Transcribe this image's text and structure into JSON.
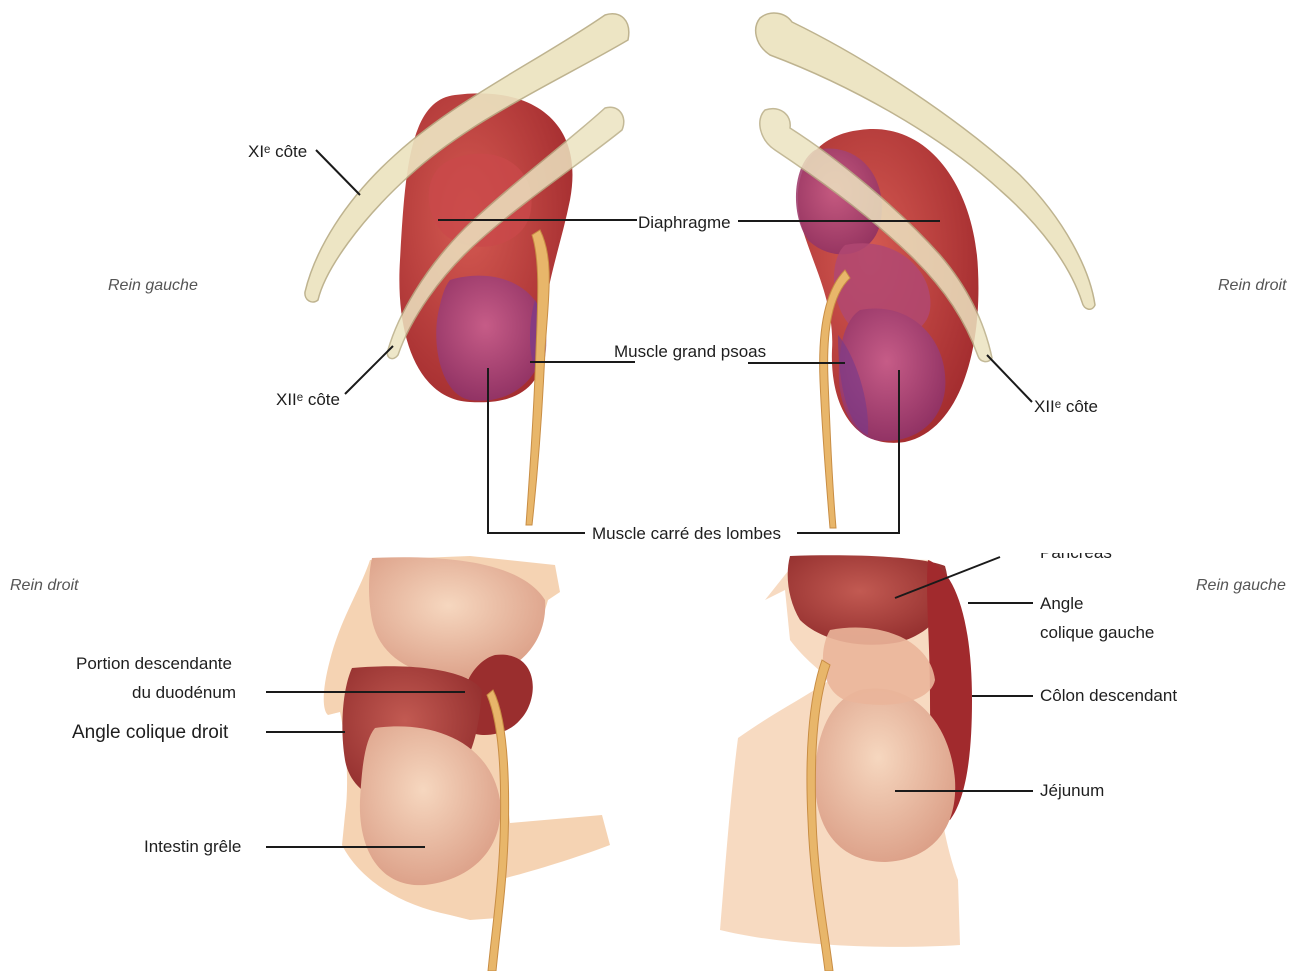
{
  "top_panel": {
    "side_left": "Rein gauche",
    "side_right": "Rein droit",
    "labels": {
      "rib_11": "XIᵉ côte",
      "diaphragm": "Diaphragme",
      "psoas": "Muscle grand psoas",
      "rib_12_left": "XIIᵉ côte",
      "rib_12_right": "XIIᵉ côte",
      "quadratus": "Muscle carré des lombes"
    }
  },
  "bottom_panel": {
    "side_left": "Rein droit",
    "side_right": "Rein gauche",
    "labels": {
      "pancreas_partial": "Pancréas",
      "duodenum_line1": "Portion descendante",
      "duodenum_line2": "du duodénum",
      "right_colic_flexure": "Angle colique droit",
      "small_intestine": "Intestin grêle",
      "left_colic_line1": "Angle",
      "left_colic_line2": "colique gauche",
      "descending_colon": "Côlon descendant",
      "jejunum": "Jéjunum"
    }
  },
  "colors": {
    "rib": "#ece3c0",
    "kidney_red": "#b8393a",
    "kidney_purple": "#9e3f6b",
    "peritoneum": "#f3cba6",
    "ureter": "#e8b66a"
  }
}
